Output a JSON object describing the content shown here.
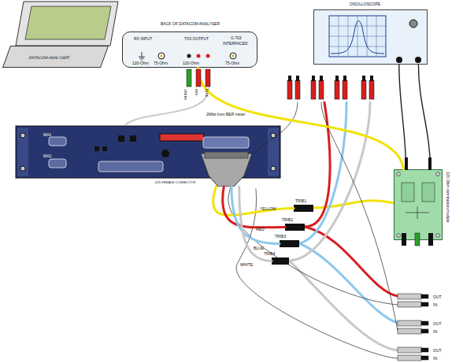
{
  "diagram": {
    "nodes": [
      {
        "text": [
          "DATACOM ANALYSER"
        ]
      },
      {
        "text": [
          "BACK OF DATACOM ANALYSER"
        ]
      },
      {
        "text": [
          "OSCILLOSCOPE"
        ]
      },
      {
        "text": [
          "D25 FEMALE CONNECTOR"
        ]
      },
      {
        "text": [
          "120 Ohm termination module"
        ]
      },
      {
        "text": [
          "TRIB1"
        ]
      },
      {
        "text": [
          "TRIB2"
        ]
      },
      {
        "text": [
          "TRIB3"
        ]
      },
      {
        "text": [
          "TRIB4"
        ]
      }
    ],
    "edges": [
      {
        "from": 3,
        "to": 5,
        "arrow": "none"
      },
      {
        "from": 3,
        "to": 6,
        "arrow": "none"
      },
      {
        "from": 3,
        "to": 7,
        "arrow": "none"
      },
      {
        "from": 3,
        "to": 8,
        "arrow": "none"
      },
      {
        "from": 1,
        "to": 4,
        "label": "2Mbit from BER meter",
        "arrow": "none"
      },
      {
        "from": 4,
        "to": 2,
        "arrow": "none"
      },
      {
        "from": 4,
        "to": 2,
        "arrow": "none"
      }
    ],
    "labels": [
      "RX INPUT",
      "TX0 OUTPUT",
      "G.703",
      "INTERFACED",
      "120-Ohm",
      "75-Ohm",
      "120-Ohm",
      "75-Ohm",
      "GREEN",
      "RED",
      "BLUE",
      "MA1",
      "MA2",
      "YELLOW",
      "RED",
      "BLUE",
      "WHITE",
      "OUT",
      "IN",
      "OUT",
      "IN",
      "OUT",
      "IN"
    ]
  }
}
